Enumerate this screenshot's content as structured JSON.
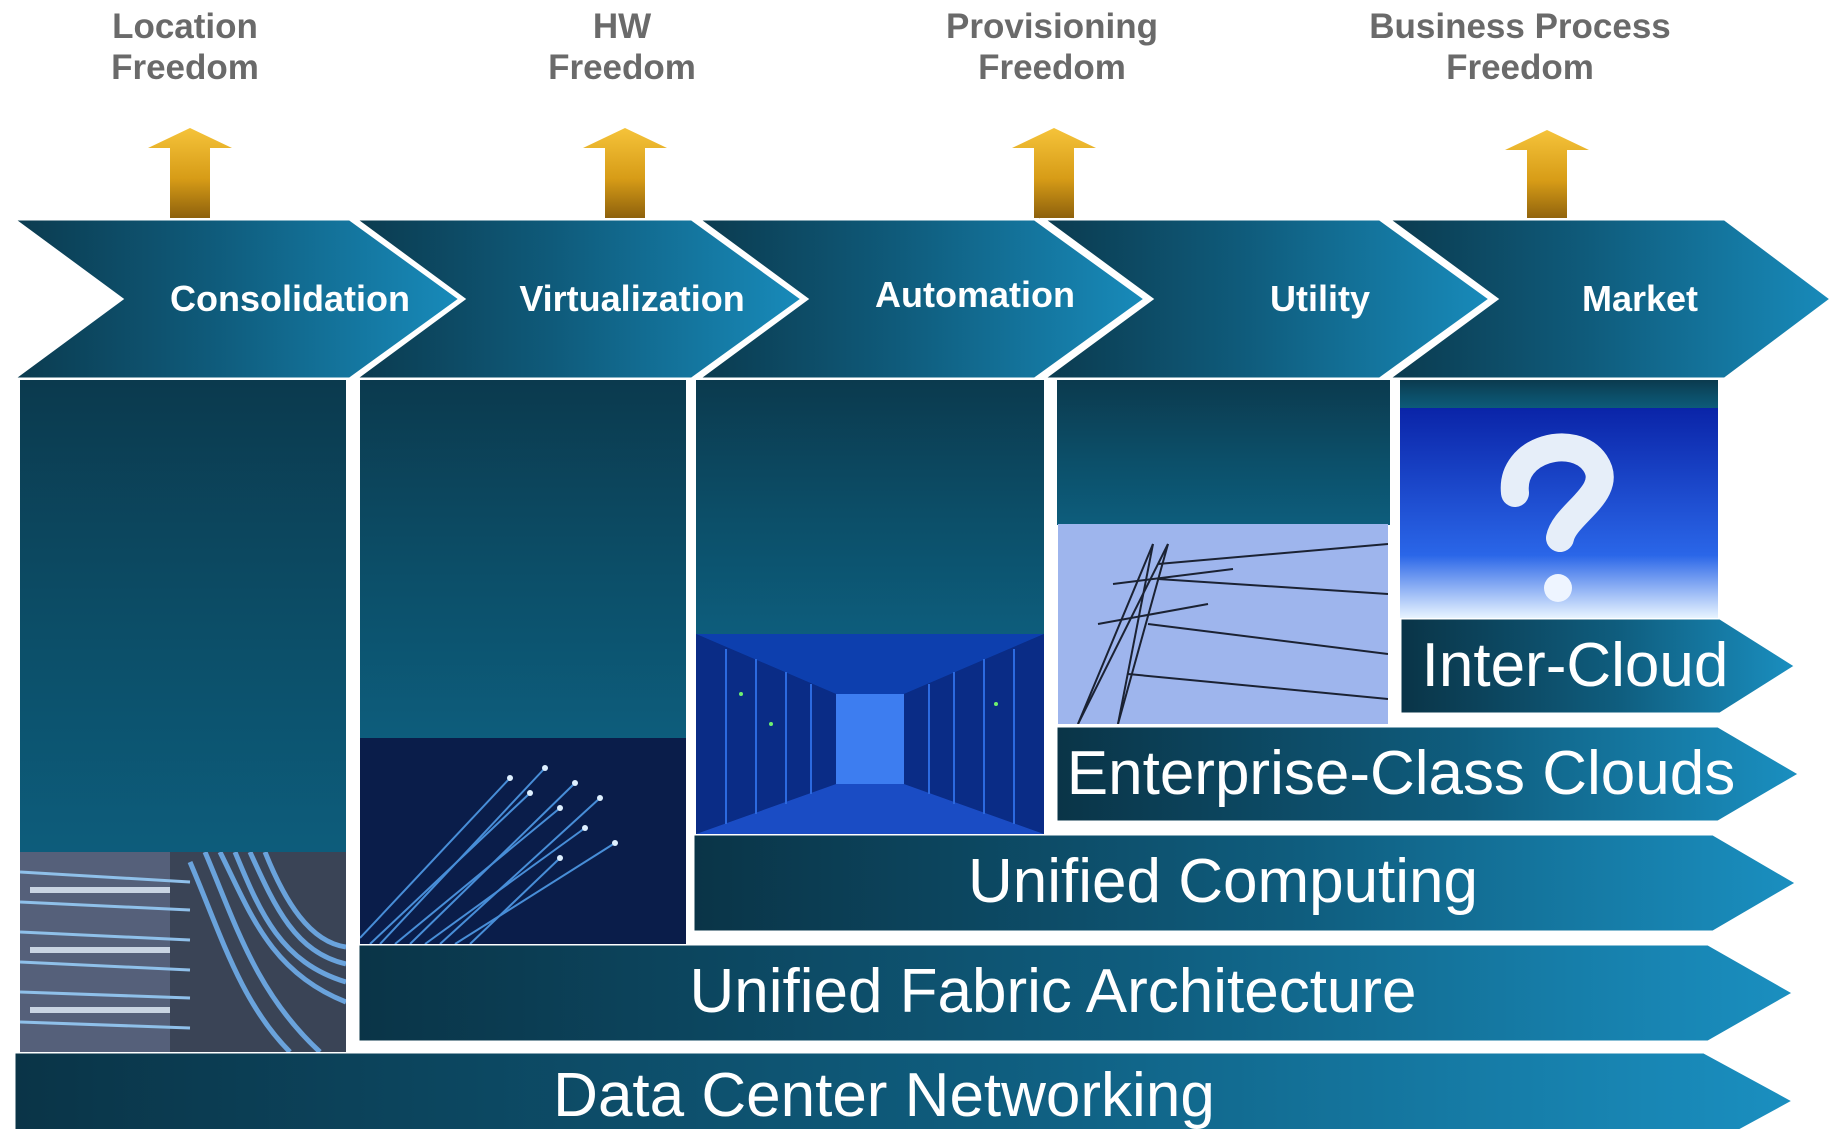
{
  "freedoms": [
    {
      "line1": "Location",
      "line2": "Freedom"
    },
    {
      "line1": "HW",
      "line2": "Freedom"
    },
    {
      "line1": "Provisioning",
      "line2": "Freedom"
    },
    {
      "line1": "Business Process",
      "line2": "Freedom"
    }
  ],
  "stages": [
    "Consolidation",
    "Virtualization",
    "Automation",
    "Utility",
    "Market"
  ],
  "layers": [
    "Inter-Cloud",
    "Enterprise-Class Clouds",
    "Unified Computing",
    "Unified Fabric Architecture",
    "Data Center Networking"
  ],
  "colors": {
    "gold_arrow": "#e2a81c",
    "teal_dark": "#0b3a4e",
    "teal_bright": "#1688b8",
    "freedom_text": "#6a6a6a"
  },
  "icons": [
    "up-arrow-icon",
    "chevron-stage-icon",
    "cable-rack-photo",
    "fiber-optic-photo",
    "server-aisle-photo",
    "power-pylon-photo",
    "cloud-question-photo"
  ]
}
